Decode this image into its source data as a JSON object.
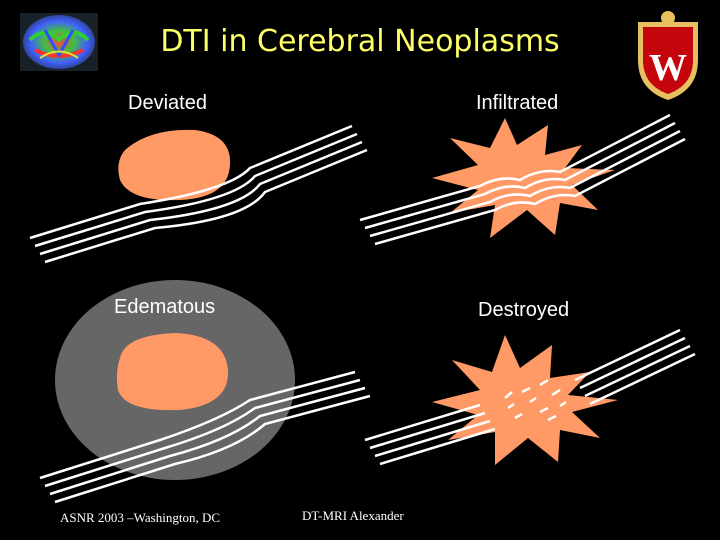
{
  "slide": {
    "title": "DTI in Cerebral Neoplasms",
    "panels": {
      "deviated": "Deviated",
      "infiltrated": "Infiltrated",
      "edematous": "Edematous",
      "destroyed": "Destroyed"
    },
    "footer": {
      "left": "ASNR 2003 –Washington, DC",
      "center": "DT-MRI Alexander"
    },
    "logo": {
      "letter": "W"
    },
    "colors": {
      "background": "#000000",
      "title": "#ffff66",
      "tumor": "#ff9966",
      "edema": "#666666",
      "fibers": "#ffffff",
      "crest": "#c5050c",
      "crest_gold": "#e8c060"
    }
  }
}
